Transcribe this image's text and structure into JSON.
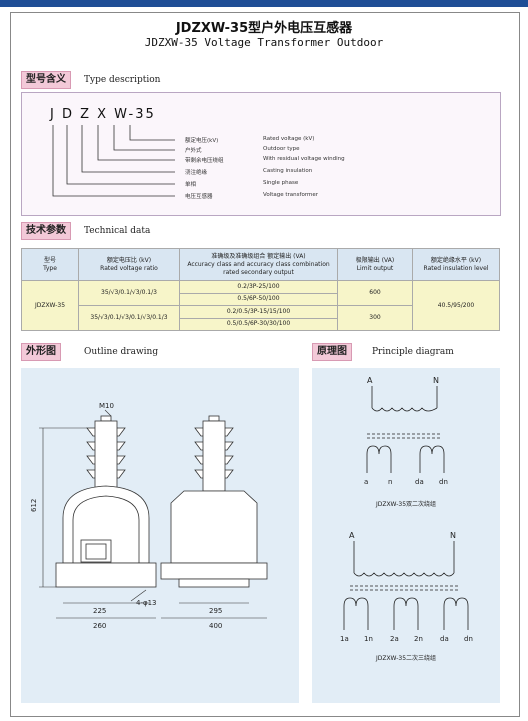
{
  "title_cn": "JDZXW-35型户外电压互感器",
  "title_en": "JDZXW-35 Voltage Transformer Outdoor",
  "type_section": {
    "header_cn": "型号含义",
    "header_en": "Type description",
    "code": "J D Z X W-35",
    "items": [
      {
        "cn": "额定电压(kV)",
        "en": "Rated voltage (kV)"
      },
      {
        "cn": "户外式",
        "en": "Outdoor type"
      },
      {
        "cn": "带剩余电压绕组",
        "en": "With residual voltage winding"
      },
      {
        "cn": "浇注绝缘",
        "en": "Casting insulation"
      },
      {
        "cn": "单相",
        "en": "Single phase"
      },
      {
        "cn": "电压互感器",
        "en": "Voltage transformer"
      }
    ]
  },
  "tech_section": {
    "header_cn": "技术参数",
    "header_en": "Technical data",
    "columns": [
      {
        "cn": "型号",
        "en": "Type"
      },
      {
        "cn": "额定电压比 (kV)",
        "en": "Rated voltage ratio"
      },
      {
        "cn": "准确级及准确级组合 额定输出 (VA)",
        "en": "Accuracy class and accuracy class combination rated secondary output"
      },
      {
        "cn": "极限输出 (VA)",
        "en": "Limit output"
      },
      {
        "cn": "额定绝缘水平 (kV)",
        "en": "Rated insulation level"
      }
    ],
    "type_value": "JDZXW-35",
    "rows": [
      {
        "ratio": "35/√3/0.1/√3/0.1/3",
        "acc1": "0.2/3P-25/100",
        "acc2": "0.5/6P-50/100",
        "limit": "600"
      },
      {
        "ratio": "35/√3/0.1/√3/0.1/√3/0.1/3",
        "acc1": "0.2/0.5/3P-15/15/100",
        "acc2": "0.5/0.5/6P-30/30/100",
        "limit": "300"
      }
    ],
    "insulation": "40.5/95/200"
  },
  "outline_section": {
    "header_cn": "外形图",
    "header_en": "Outline drawing",
    "dims": {
      "m10": "M10",
      "height": "612",
      "w225": "225",
      "w260": "260",
      "hole": "4-φ13",
      "w295": "295",
      "w400": "400"
    }
  },
  "principle_section": {
    "header_cn": "原理图",
    "header_en": "Principle diagram",
    "d1": {
      "A": "A",
      "N": "N",
      "terms": [
        "a",
        "n",
        "da",
        "dn"
      ],
      "caption": "JDZXW-35双二次绕组"
    },
    "d2": {
      "A": "A",
      "N": "N",
      "terms": [
        "1a",
        "1n",
        "2a",
        "2n",
        "da",
        "dn"
      ],
      "caption": "JDZXW-35二次三绕组"
    }
  }
}
